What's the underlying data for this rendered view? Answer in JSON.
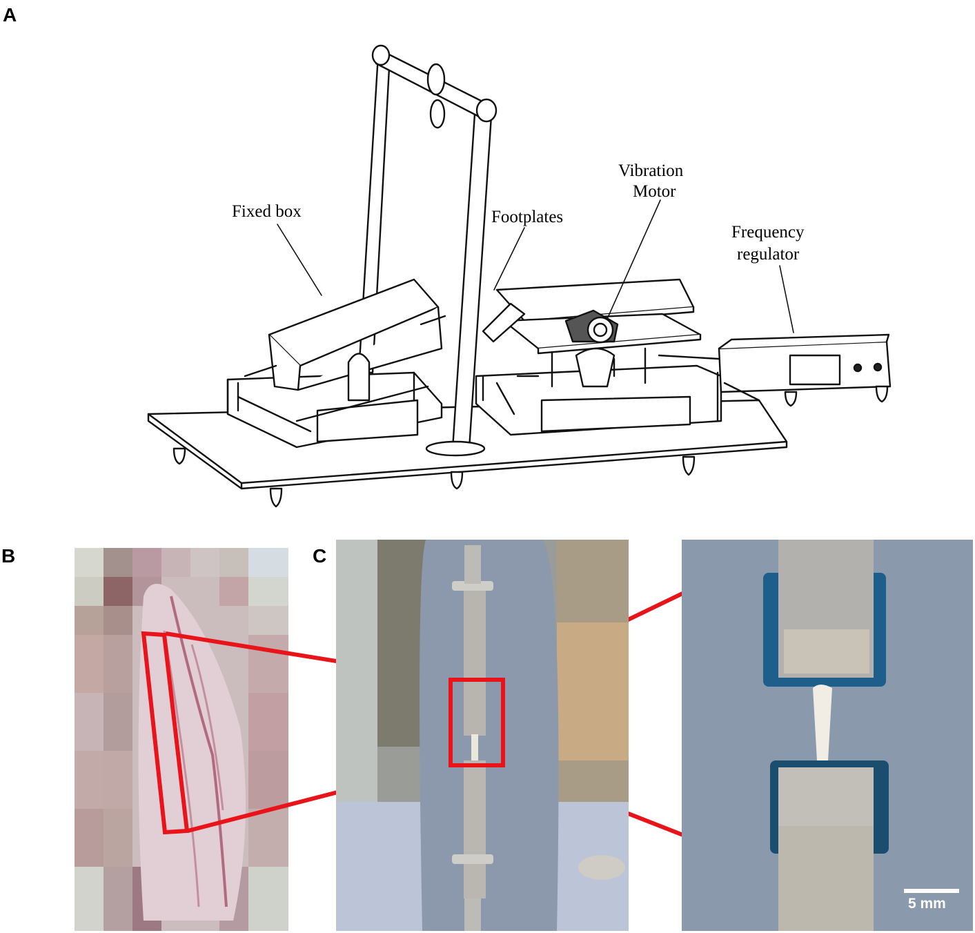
{
  "panels": {
    "a": {
      "letter": "A"
    },
    "b": {
      "letter": "B"
    },
    "c": {
      "letter": "C"
    }
  },
  "callouts": {
    "fixed_box": "Fixed box",
    "footplates": "Footplates",
    "vibration_motor_line1": "Vibration",
    "vibration_motor_line2": "Motor",
    "frequency_regulator_line1": "Frequency",
    "frequency_regulator_line2": "regulator"
  },
  "scale_bar": {
    "label": "5 mm"
  },
  "colors": {
    "highlight": "#e8141a",
    "line_art": "#111111",
    "background": "#ffffff",
    "wall": "#8e9cac",
    "clamp_metal": "#b9b6b1",
    "muscle": "#d8bcc4",
    "tendon": "#f1ede4",
    "foam": "#1d5f8a"
  }
}
